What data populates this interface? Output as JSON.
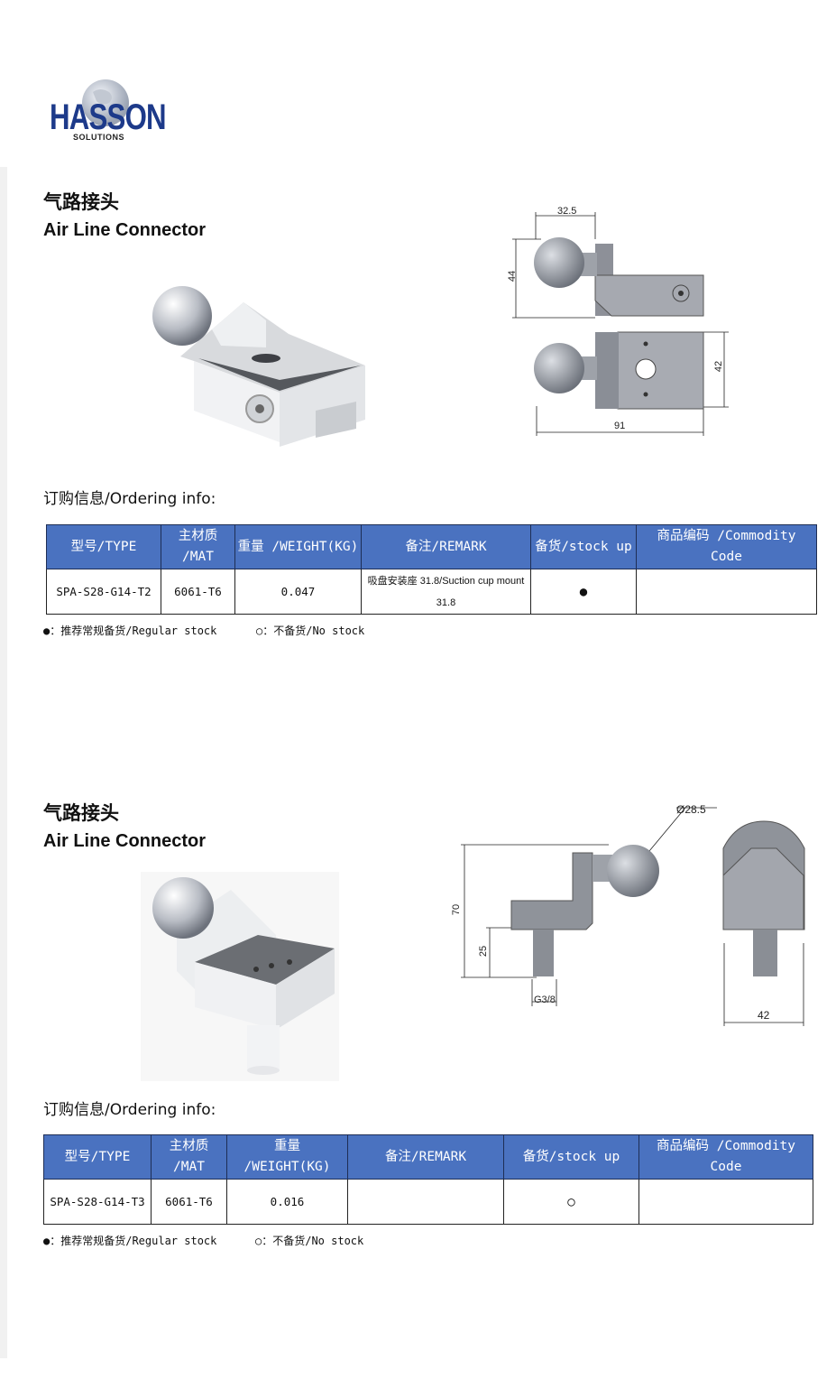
{
  "brand": {
    "name": "HASSON",
    "sub": "SOLUTIONS"
  },
  "products": [
    {
      "title_cn": "气路接头",
      "title_en": "Air Line Connector",
      "ordering_label": "订购信息/Ordering info:",
      "headers": [
        "型号/TYPE",
        "主材质 /MAT",
        "重量 /WEIGHT(KG)",
        "备注/REMARK",
        "备货/stock up",
        "商品编码 /Commodity Code"
      ],
      "row": {
        "type": "SPA-S28-G14-T2",
        "mat": "6061-T6",
        "weight": "0.047",
        "remark": "吸盘安装座 31.8/Suction cup mount 31.8",
        "stock": "●",
        "code": ""
      },
      "dims": {
        "width_top": "32.5",
        "height_side": "44",
        "height_front": "42",
        "length": "91"
      }
    },
    {
      "title_cn": "气路接头",
      "title_en": "Air Line Connector",
      "ordering_label": "订购信息/Ordering info:",
      "headers": [
        "型号/TYPE",
        "主材质 /MAT",
        "重量 /WEIGHT(KG)",
        "备注/REMARK",
        "备货/stock up",
        "商品编码 /Commodity Code"
      ],
      "row": {
        "type": "SPA-S28-G14-T3",
        "mat": "6061-T6",
        "weight": "0.016",
        "remark": "",
        "stock": "○",
        "code": ""
      },
      "dims": {
        "ball_dia": "Ø28.5",
        "height_total": "70",
        "height_stem": "25",
        "thread": "G3/8",
        "width": "42"
      }
    }
  ],
  "legend": {
    "regular": "●：推荐常规备货/Regular stock",
    "none": "○：不备货/No stock"
  },
  "colors": {
    "header_bg": "#4a72c0",
    "brand": "#1d3a8a"
  }
}
